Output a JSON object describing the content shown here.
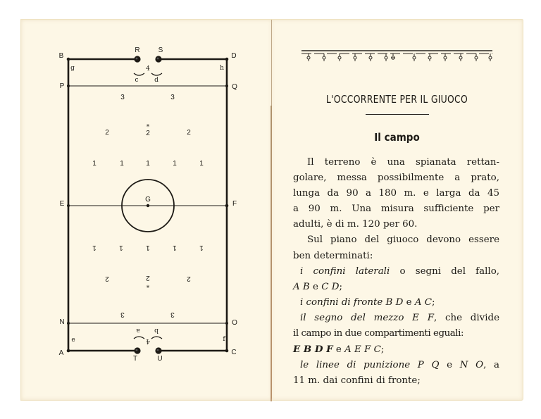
{
  "left_page": {
    "diagram": {
      "corner_labels": {
        "B": "B",
        "R": "R",
        "S": "S",
        "D": "D",
        "g": "g",
        "h": "h",
        "P": "P",
        "Q": "Q",
        "E": "E",
        "G": "G",
        "F": "F",
        "N": "N",
        "O": "O",
        "e": "e",
        "f": "f",
        "A": "A",
        "T": "T",
        "U": "U",
        "C": "C"
      },
      "goal_top": {
        "number": "4",
        "left_arc": "c",
        "right_arc": "d"
      },
      "goal_bottom": {
        "number": "4",
        "left_arc": "a",
        "right_arc": "b"
      },
      "top_half_positions": {
        "row3": [
          "3",
          "3"
        ],
        "row2": [
          "2",
          "2",
          "2"
        ],
        "row2_star": "*",
        "row1": [
          "1",
          "1",
          "1",
          "1",
          "1"
        ]
      },
      "bottom_half_positions": {
        "row1": [
          "1",
          "1",
          "1",
          "1",
          "1"
        ],
        "row2": [
          "2",
          "2",
          "2"
        ],
        "row2_star": "*",
        "row3": [
          "3",
          "3"
        ]
      }
    }
  },
  "right_page": {
    "title": "L'OCCORRENTE PER IL GIUOCO",
    "subtitle": "Il campo",
    "paragraphs": [
      {
        "lines": [
          "Il terreno è una spianata rettan-",
          "golare, messa possibilmente a prato,",
          "lunga da 90 a 180 m. e larga da 45",
          "a 90 m. Una misura sufficiente per",
          "adulti, è di m. 120 per 60."
        ]
      },
      {
        "lines": [
          "Sul piano del giuoco devono essere",
          "ben determinati:"
        ]
      }
    ],
    "items": [
      {
        "italic": "i confini laterali",
        "text": " o segni del fallo,",
        "cont_italic": "A B",
        "cont_text": " e ",
        "cont_italic2": "C D",
        "cont_end": ";"
      },
      {
        "italic": "i confini di fronte B D",
        "text": " e ",
        "italic2": "A C",
        "end": ";"
      },
      {
        "italic": "il segno del mezzo E F",
        "text": ", che divide",
        "cont_text": "il campo in due compartimenti eguali:",
        "cont2_italic": "E B D F",
        "cont2_text": " e ",
        "cont2_italic2": "A E F C",
        "cont2_end": ";"
      },
      {
        "italic": "le linee di punizione P Q",
        "text": " e ",
        "italic2": "N O",
        "end": ", a",
        "cont_text": "11 m. dai confini di fronte;"
      }
    ]
  }
}
